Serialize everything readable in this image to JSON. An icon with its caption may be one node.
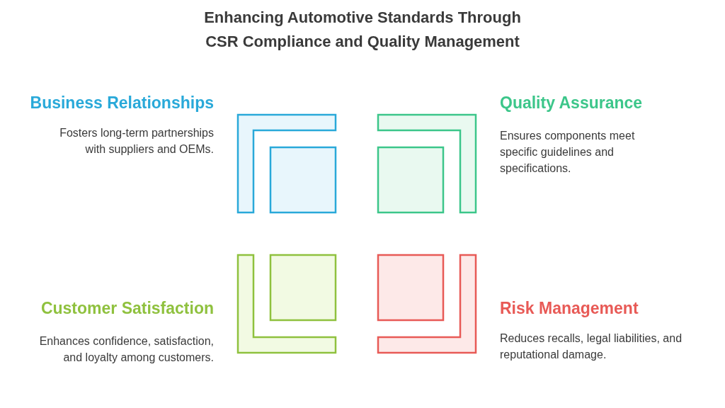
{
  "diagram": {
    "title": "Enhancing Automotive Standards Through CSR Compliance and Quality Management",
    "nodes": [
      {
        "text": [
          "Business Relationships",
          "Fosters long-term partnerships with suppliers and OEMs."
        ]
      },
      {
        "text": [
          "Quality Assurance",
          "Ensures components meet specific guidelines and specifications."
        ]
      },
      {
        "text": [
          "Customer Satisfaction",
          "Enhances confidence, satisfaction, and loyalty among customers."
        ]
      },
      {
        "text": [
          "Risk Management",
          "Reduces recalls, legal liabilities, and reputational damage."
        ]
      }
    ],
    "edges": []
  }
}
